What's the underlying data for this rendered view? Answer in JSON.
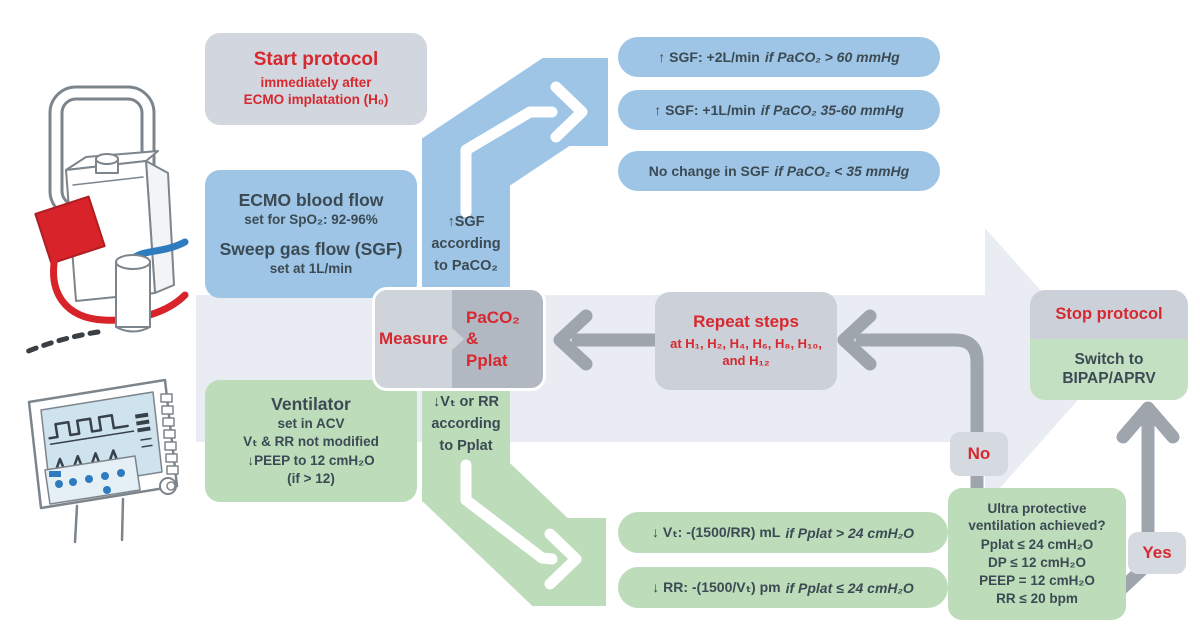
{
  "colors": {
    "red_text": "#d7282f",
    "dark_text": "#3b4a53",
    "blue": "#9ec5e6",
    "green": "#bcdcba",
    "gray_box": "#d2d6de",
    "gray_dark": "#b1b8c1",
    "connector_gray": "#9fa5ad",
    "background_arrow": "#e9edf3"
  },
  "start_box": {
    "title": "Start protocol",
    "subtitle": "immediately after\nECMO implatation (H₀)"
  },
  "ecmo_box": {
    "line1": "ECMO blood flow",
    "line2": "set for SpO₂: 92-96%",
    "line3": "Sweep gas flow (SGF)",
    "line4": "set at 1L/min"
  },
  "ventilator_box": {
    "title": "Ventilator",
    "lines": "set in ACV\nVₜ & RR not modified\n↓PEEP to 12 cmH₂O\n(if > 12)"
  },
  "sgf_band_label": "↑SGF\naccording\nto PaCO₂",
  "vt_band_label": "↓Vₜ or RR\naccording\nto Pplat",
  "measure": {
    "left": "Measure",
    "right": "PaCO₂\n&\nPplat"
  },
  "blue_pills": [
    {
      "main": "↑ SGF: +2L/min",
      "cond": "if PaCO₂ > 60 mmHg"
    },
    {
      "main": "↑ SGF: +1L/min",
      "cond": "if PaCO₂ 35-60 mmHg"
    },
    {
      "main": "No change in SGF",
      "cond": "if PaCO₂ < 35 mmHg"
    }
  ],
  "green_pills": [
    {
      "main": "↓ Vₜ: -(1500/RR) mL",
      "cond": "if Pplat > 24 cmH₂O"
    },
    {
      "main": "↓ RR: -(1500/Vₜ) pm",
      "cond": "if Pplat ≤ 24 cmH₂O"
    }
  ],
  "repeat_box": {
    "title": "Repeat steps",
    "subtitle": "at H₁, H₂, H₄, H₆, H₈, H₁₀,\nand H₁₂"
  },
  "stop_box": {
    "title": "Stop protocol",
    "subtitle": "Switch to\nBIPAP/APRV"
  },
  "ultra_box": {
    "title": "Ultra protective\nventilation achieved?",
    "lines": "Pplat ≤ 24 cmH₂O\nDP ≤ 12 cmH₂O\nPEEP = 12 cmH₂O\nRR ≤ 20 bpm"
  },
  "no_label": "No",
  "yes_label": "Yes"
}
